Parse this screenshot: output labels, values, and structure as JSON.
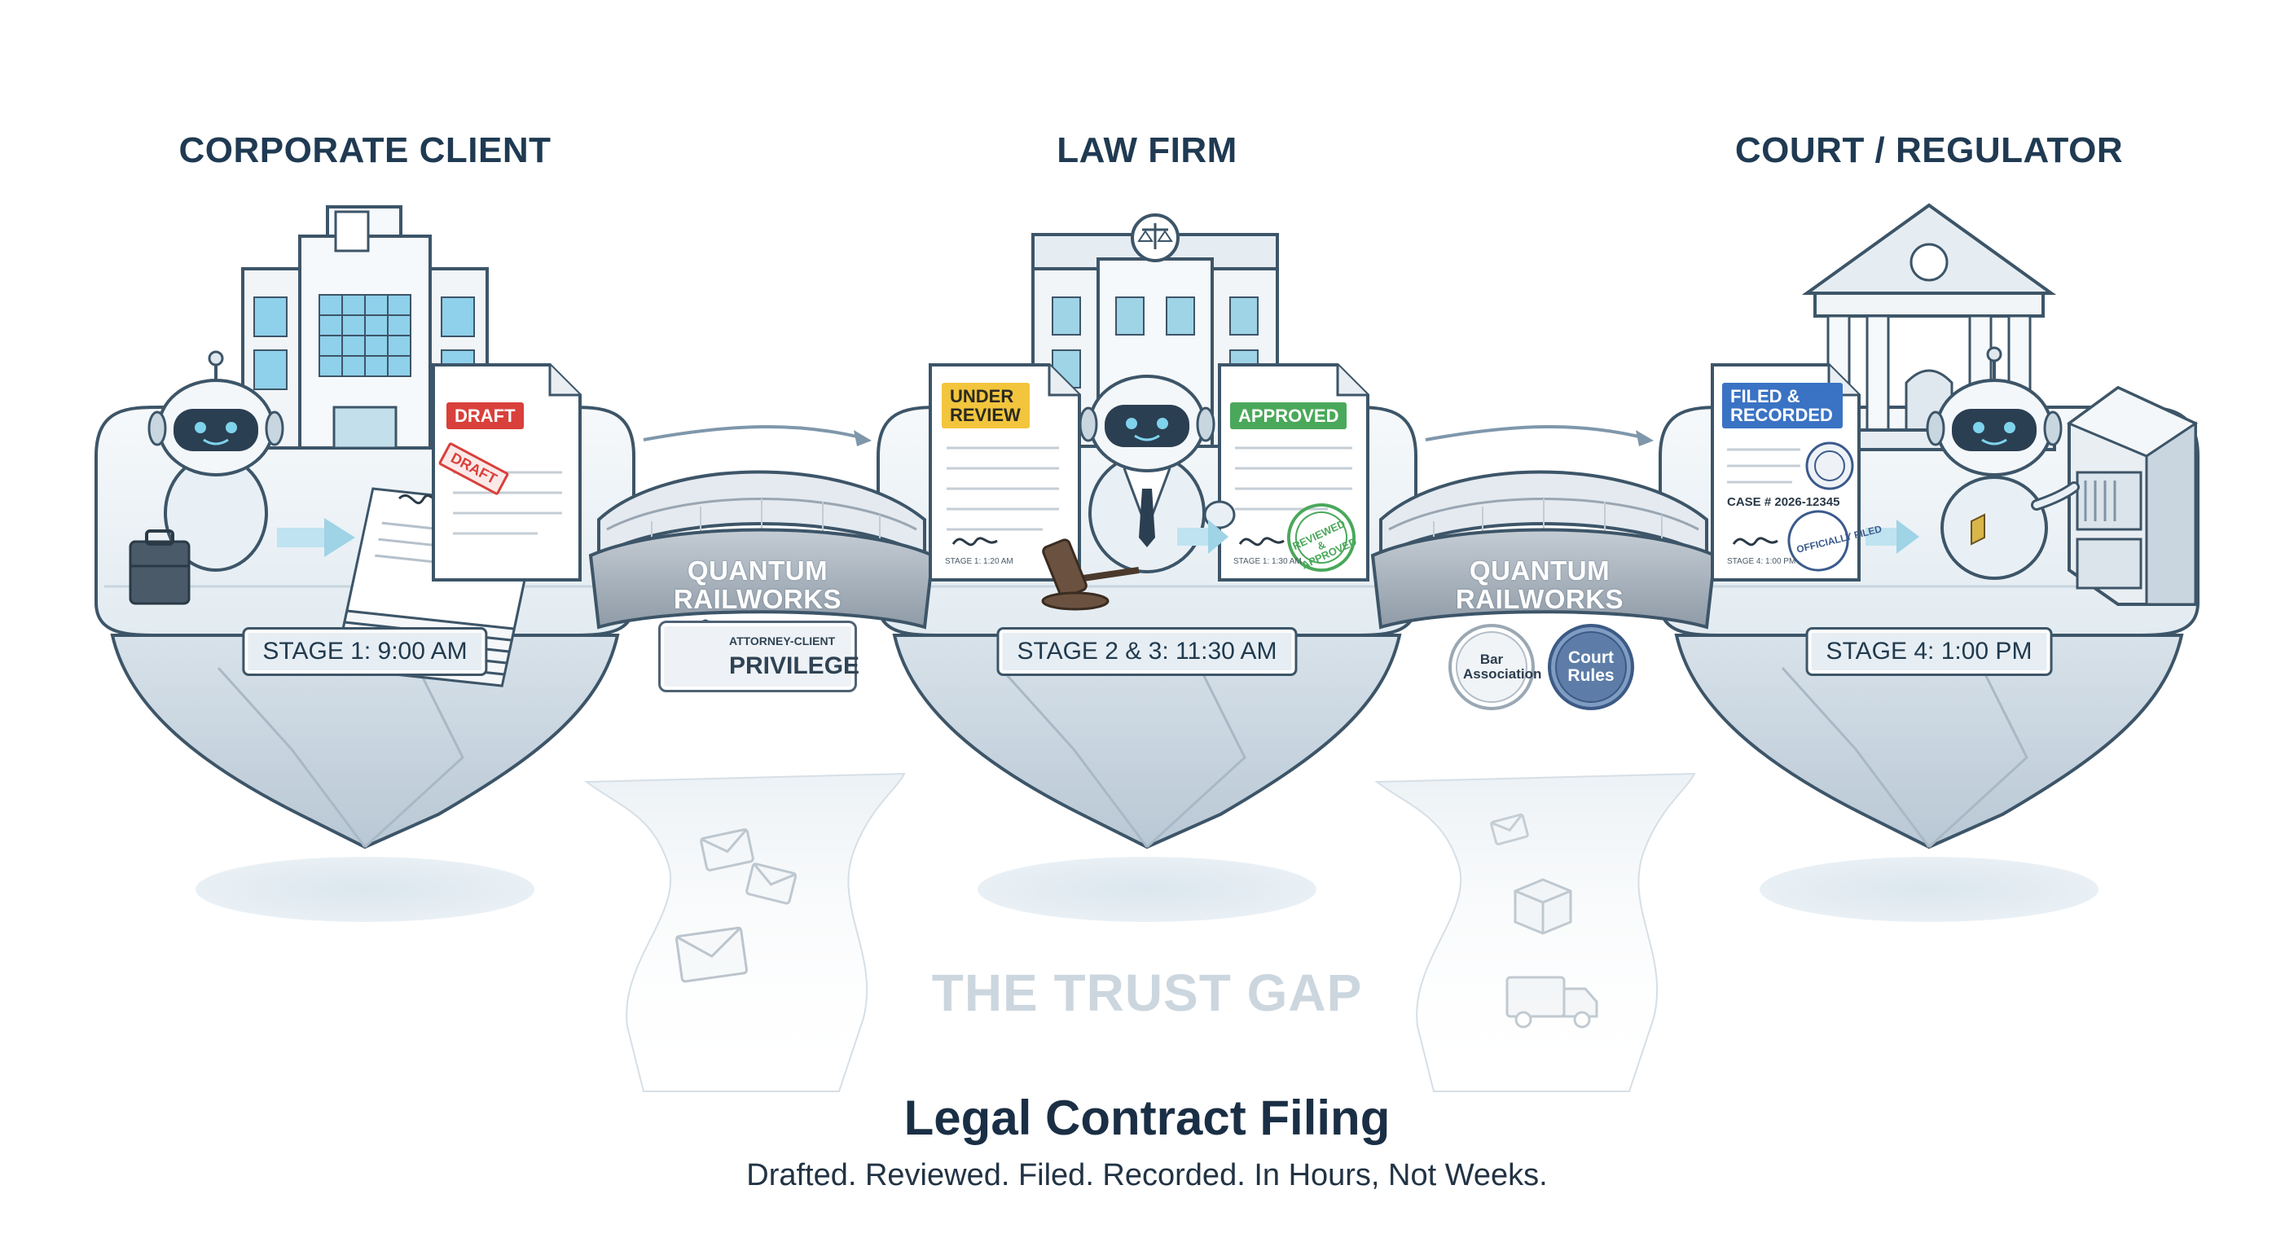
{
  "diagram": {
    "title": "Legal Contract Filing",
    "subtitle": "Drafted. Reviewed. Filed. Recorded. In Hours, Not Weeks.",
    "trust_gap_label": "THE TRUST GAP"
  },
  "islands": [
    {
      "title": "CORPORATE CLIENT",
      "stage_label": "STAGE 1: 9:00 AM",
      "documents": [
        {
          "badge": "DRAFT",
          "stamp": "DRAFT"
        }
      ]
    },
    {
      "title": "LAW FIRM",
      "stage_label": "STAGE 2 & 3: 11:30 AM",
      "documents": [
        {
          "badge": "UNDER REVIEW",
          "footer": "STAGE 1: 1:20 AM"
        },
        {
          "badge": "APPROVED",
          "stamp": "REVIEWED & APPROVED",
          "footer": "STAGE 1: 1:30 AM"
        }
      ]
    },
    {
      "title": "COURT / REGULATOR",
      "stage_label": "STAGE 4: 1:00 PM",
      "documents": [
        {
          "badge": "FILED & RECORDED",
          "case_number": "CASE # 2026-12345",
          "stamp": "OFFICIALLY FILED",
          "footer": "STAGE 4: 1:00 PM"
        }
      ]
    }
  ],
  "bridges": [
    {
      "label": "QUANTUM RAILWORKS",
      "badge_small": "ATTORNEY-CLIENT",
      "badge_big": "PRIVILEGE"
    },
    {
      "label": "QUANTUM RAILWORKS",
      "seals": [
        "Bar Association",
        "Court Rules"
      ]
    }
  ],
  "colors": {
    "draft": "#d9403b",
    "under_review": "#f2c53d",
    "approved": "#4aa85a",
    "filed": "#3a73c4",
    "arrow": "#9fd3e6",
    "outline": "#3d5568",
    "island_top": "#eef4f8",
    "island_rock": "#c5d2dd",
    "bridge": "#9aa6b2",
    "court_seal": "#5d7da8"
  },
  "icons": [
    "office-building-icon",
    "law-firm-building-icon",
    "scales-of-justice-icon",
    "courthouse-icon",
    "robot-icon",
    "briefcase-icon",
    "gavel-icon",
    "filing-cabinet-icon",
    "padlock-shield-icon",
    "envelope-icon",
    "package-icon",
    "delivery-truck-icon",
    "document-icon",
    "signature-icon"
  ]
}
